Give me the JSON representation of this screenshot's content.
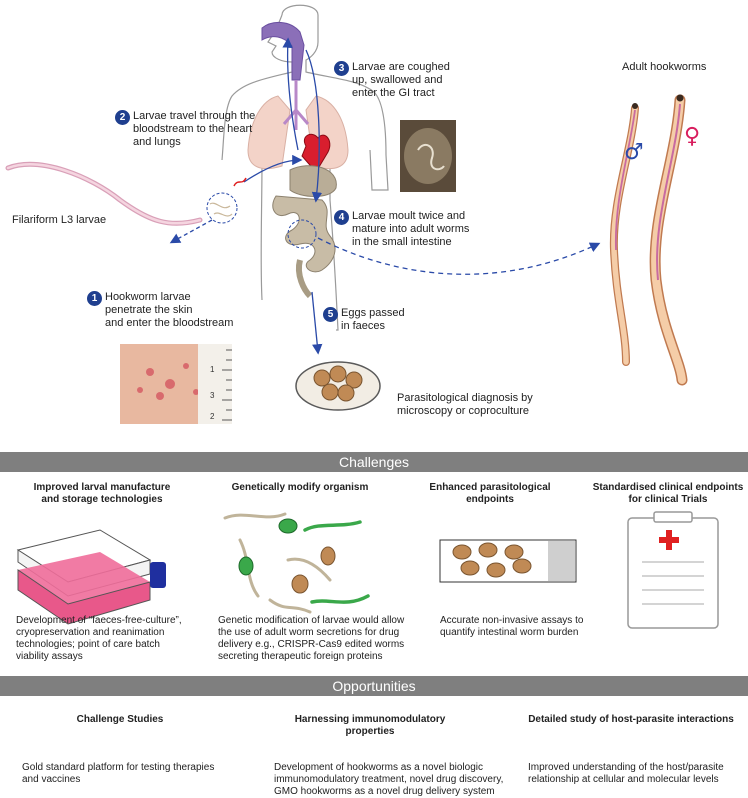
{
  "lifecycle": {
    "step1": {
      "num": "1",
      "text": [
        "Hookworm larvae",
        "penetrate the skin",
        "and enter the bloodstream"
      ]
    },
    "step2": {
      "num": "2",
      "text": [
        "Larvae travel through the",
        "bloodstream to the heart",
        "and lungs"
      ]
    },
    "step3": {
      "num": "3",
      "text": [
        "Larvae are coughed",
        "up, swallowed and",
        "enter the GI tract"
      ]
    },
    "step4": {
      "num": "4",
      "text": [
        "Larvae moult twice and",
        "mature into adult worms",
        "in the small intestine"
      ]
    },
    "step5": {
      "num": "5",
      "text": [
        "Eggs passed",
        "in faeces"
      ]
    },
    "larvae_label": "Filariform L3 larvae",
    "adults_label": "Adult hookworms",
    "male_symbol": "♂",
    "female_symbol": "♀",
    "diagnosis": [
      "Parasitological diagnosis by",
      "microscopy or coproculture"
    ],
    "ruler_numbers": [
      "1",
      "2",
      "3"
    ]
  },
  "challenges": {
    "banner": "Challenges",
    "items": [
      {
        "title": [
          "Improved larval manufacture",
          "and storage technologies"
        ],
        "desc": [
          "Development of “faeces-free-culture”,",
          "cryopreservation and reanimation",
          "technologies; point of care batch",
          "viability assays"
        ]
      },
      {
        "title": [
          "Genetically modify organism"
        ],
        "desc": [
          "Genetic modification of larvae would allow",
          "the use of adult worm secretions for drug",
          "delivery e.g., CRISPR-Cas9 edited worms",
          "secreting therapeutic foreign proteins"
        ]
      },
      {
        "title": [
          "Enhanced parasitological",
          "endpoints"
        ],
        "desc": [
          "Accurate non-invasive assays to",
          "quantify intestinal worm burden"
        ]
      },
      {
        "title": [
          "Standardised clinical endpoints",
          "for clinical Trials"
        ],
        "desc": []
      }
    ]
  },
  "opportunities": {
    "banner": "Opportunities",
    "items": [
      {
        "title": [
          "Challenge Studies"
        ],
        "desc": [
          "Gold standard platform for testing therapies",
          "and vaccines"
        ]
      },
      {
        "title": [
          "Harnessing immunomodulatory",
          "properties"
        ],
        "desc": [
          "Development of hookworms as a novel biologic",
          "immunomodulatory treatment, novel drug discovery,",
          "GMO hookworms as a novel drug delivery system"
        ]
      },
      {
        "title": [
          "Detailed study of host-parasite interactions"
        ],
        "desc": [
          "Improved understanding of the host/parasite",
          "relationship at cellular and molecular levels"
        ]
      }
    ]
  },
  "colors": {
    "step_badge": "#1f3f8f",
    "arrow": "#2a4aa8",
    "banner": "#7f7f7f",
    "worm": "#f0b8c8",
    "egg": "#b8875a",
    "flask_liquid": "#f06d9a",
    "cap": "#1f2f9f",
    "cross": "#e02020"
  }
}
